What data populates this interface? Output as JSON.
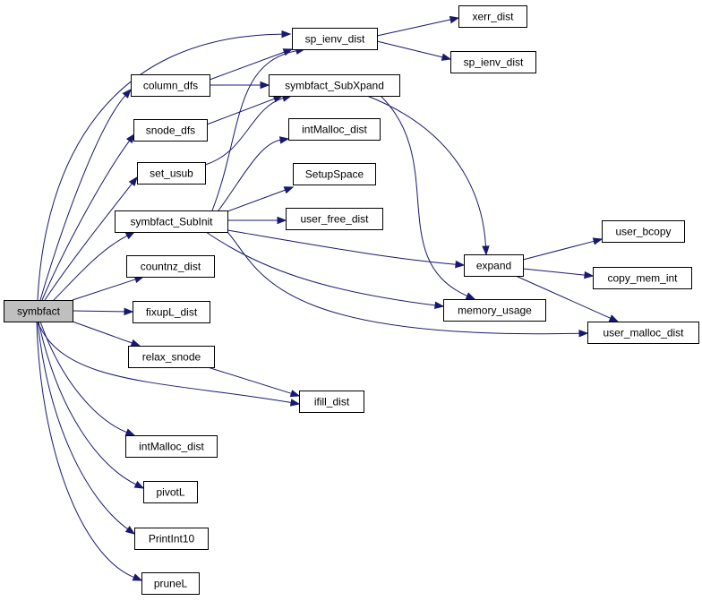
{
  "colors": {
    "node_fill": "#ffffff",
    "root_fill": "#bfbfbf",
    "edge": "#191970",
    "border": "#000000"
  },
  "nodes": [
    {
      "id": "symbfact",
      "label": "symbfact",
      "root": true
    },
    {
      "id": "column_dfs",
      "label": "column_dfs"
    },
    {
      "id": "snode_dfs",
      "label": "snode_dfs"
    },
    {
      "id": "set_usub",
      "label": "set_usub"
    },
    {
      "id": "symbfact_SubInit",
      "label": "symbfact_SubInit"
    },
    {
      "id": "countnz_dist",
      "label": "countnz_dist"
    },
    {
      "id": "fixupL_dist",
      "label": "fixupL_dist"
    },
    {
      "id": "relax_snode",
      "label": "relax_snode"
    },
    {
      "id": "intMalloc_dist_2",
      "label": "intMalloc_dist"
    },
    {
      "id": "pivotL",
      "label": "pivotL"
    },
    {
      "id": "PrintInt10",
      "label": "PrintInt10"
    },
    {
      "id": "pruneL",
      "label": "pruneL"
    },
    {
      "id": "sp_ienv_dist_1",
      "label": "sp_ienv_dist"
    },
    {
      "id": "symbfact_SubXpand",
      "label": "symbfact_SubXpand"
    },
    {
      "id": "intMalloc_dist_1",
      "label": "intMalloc_dist"
    },
    {
      "id": "SetupSpace",
      "label": "SetupSpace"
    },
    {
      "id": "user_free_dist",
      "label": "user_free_dist"
    },
    {
      "id": "ifill_dist",
      "label": "ifill_dist"
    },
    {
      "id": "xerr_dist",
      "label": "xerr_dist"
    },
    {
      "id": "sp_ienv_dist_2",
      "label": "sp_ienv_dist"
    },
    {
      "id": "expand",
      "label": "expand"
    },
    {
      "id": "memory_usage",
      "label": "memory_usage"
    },
    {
      "id": "user_bcopy",
      "label": "user_bcopy"
    },
    {
      "id": "copy_mem_int",
      "label": "copy_mem_int"
    },
    {
      "id": "user_malloc_dist",
      "label": "user_malloc_dist"
    }
  ],
  "edges": [
    {
      "from": "symbfact",
      "to": "sp_ienv_dist_1"
    },
    {
      "from": "symbfact",
      "to": "column_dfs"
    },
    {
      "from": "symbfact",
      "to": "snode_dfs"
    },
    {
      "from": "symbfact",
      "to": "set_usub"
    },
    {
      "from": "symbfact",
      "to": "symbfact_SubInit"
    },
    {
      "from": "symbfact",
      "to": "countnz_dist"
    },
    {
      "from": "symbfact",
      "to": "fixupL_dist"
    },
    {
      "from": "symbfact",
      "to": "relax_snode"
    },
    {
      "from": "symbfact",
      "to": "ifill_dist"
    },
    {
      "from": "symbfact",
      "to": "intMalloc_dist_2"
    },
    {
      "from": "symbfact",
      "to": "pivotL"
    },
    {
      "from": "symbfact",
      "to": "PrintInt10"
    },
    {
      "from": "symbfact",
      "to": "pruneL"
    },
    {
      "from": "column_dfs",
      "to": "sp_ienv_dist_1"
    },
    {
      "from": "column_dfs",
      "to": "symbfact_SubXpand"
    },
    {
      "from": "snode_dfs",
      "to": "symbfact_SubXpand"
    },
    {
      "from": "set_usub",
      "to": "symbfact_SubXpand"
    },
    {
      "from": "symbfact_SubInit",
      "to": "sp_ienv_dist_1"
    },
    {
      "from": "symbfact_SubInit",
      "to": "intMalloc_dist_1"
    },
    {
      "from": "symbfact_SubInit",
      "to": "SetupSpace"
    },
    {
      "from": "symbfact_SubInit",
      "to": "user_free_dist"
    },
    {
      "from": "symbfact_SubInit",
      "to": "expand"
    },
    {
      "from": "symbfact_SubInit",
      "to": "memory_usage"
    },
    {
      "from": "symbfact_SubInit",
      "to": "user_malloc_dist"
    },
    {
      "from": "relax_snode",
      "to": "ifill_dist"
    },
    {
      "from": "sp_ienv_dist_1",
      "to": "xerr_dist"
    },
    {
      "from": "sp_ienv_dist_1",
      "to": "sp_ienv_dist_2"
    },
    {
      "from": "symbfact_SubXpand",
      "to": "expand"
    },
    {
      "from": "symbfact_SubXpand",
      "to": "memory_usage"
    },
    {
      "from": "expand",
      "to": "user_bcopy"
    },
    {
      "from": "expand",
      "to": "copy_mem_int"
    },
    {
      "from": "expand",
      "to": "user_malloc_dist"
    }
  ]
}
